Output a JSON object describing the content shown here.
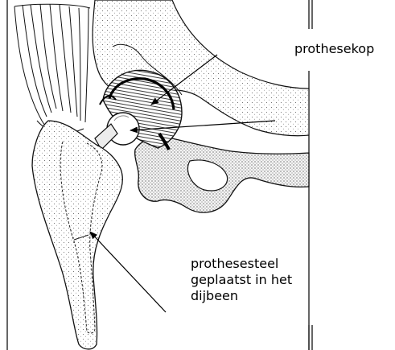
{
  "labels": {
    "head": "prothesekop",
    "stem_line1": "prothesesteel",
    "stem_line2": "geplaatst in het",
    "stem_line3": "dijbeen"
  },
  "colors": {
    "ink": "#000000",
    "paper": "#ffffff",
    "bone_shade": "#e9e9e9"
  }
}
